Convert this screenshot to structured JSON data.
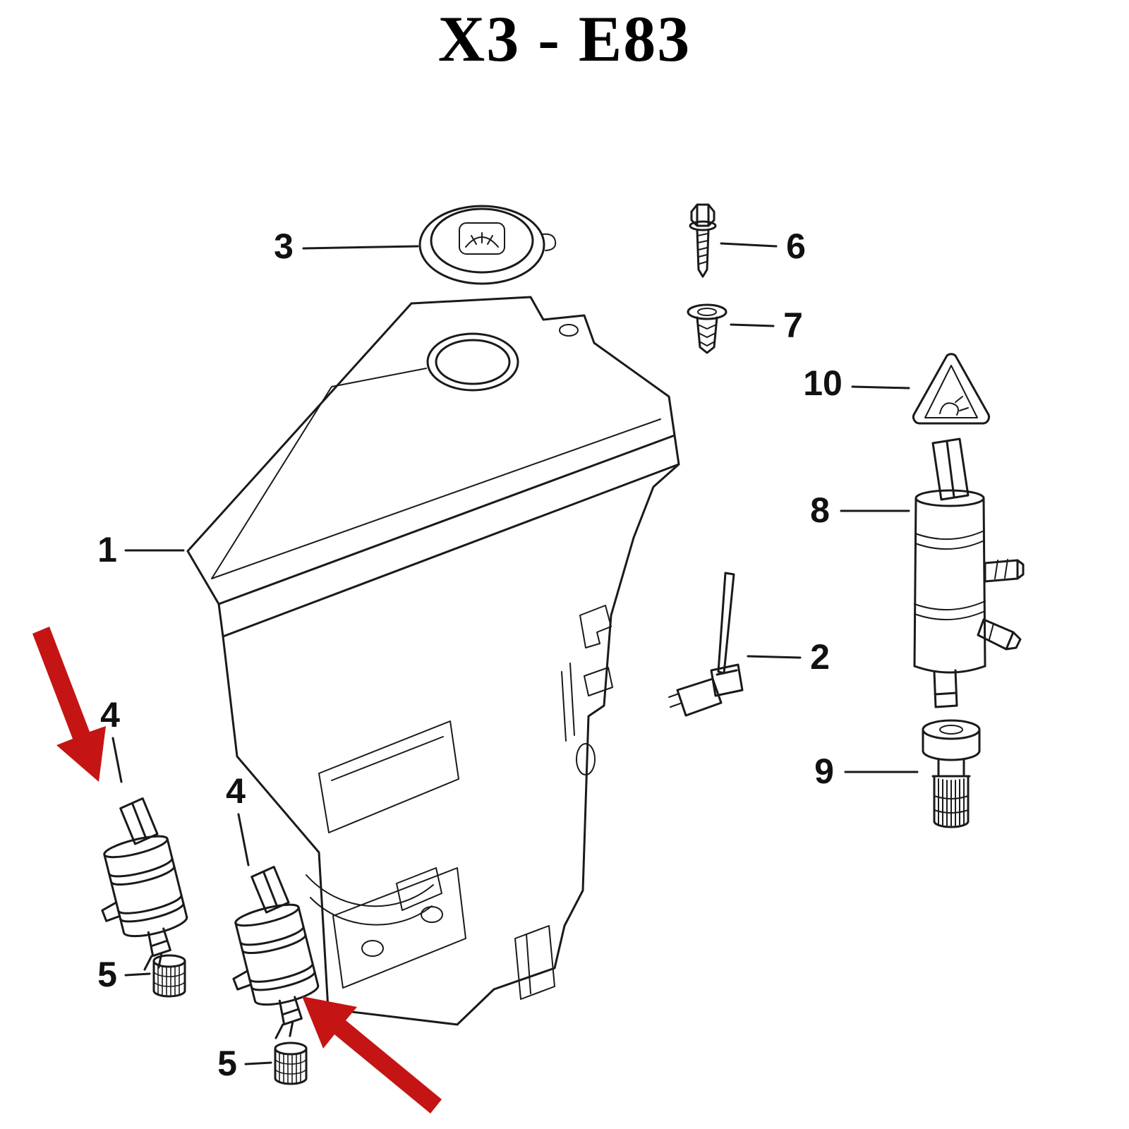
{
  "title": "X3 - E83",
  "colors": {
    "line": "#1a1a1a",
    "arrow": "#c41414"
  },
  "parts": {
    "p1": "1",
    "p2": "2",
    "p3": "3",
    "p4a": "4",
    "p4b": "4",
    "p5a": "5",
    "p5b": "5",
    "p6": "6",
    "p7": "7",
    "p8": "8",
    "p9": "9",
    "p10": "10"
  }
}
